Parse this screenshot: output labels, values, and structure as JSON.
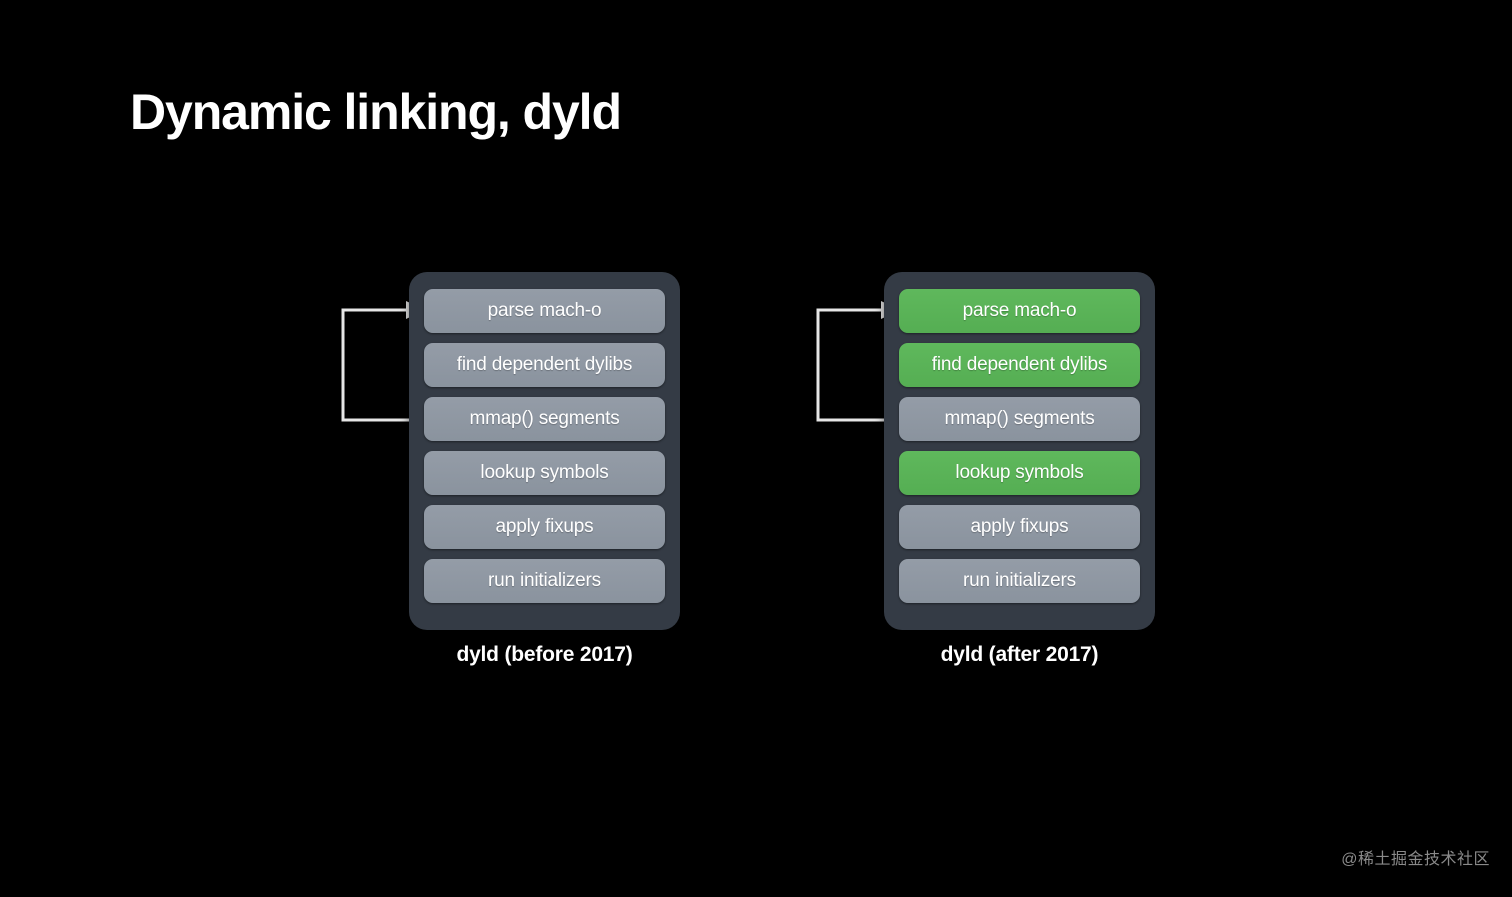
{
  "slide": {
    "title": "Dynamic linking, dyld",
    "background_color": "#000000"
  },
  "colors": {
    "panel_bg": "#343b45",
    "step_gray": "#8e97a2",
    "step_green": "#5cb85a",
    "text": "#ffffff",
    "arrow": "#e6e6e6",
    "watermark": "#8a8a8a"
  },
  "diagrams": [
    {
      "id": "dyld-before-2017",
      "caption": "dyld (before 2017)",
      "arrow": {
        "name": "loop-back-arrow",
        "from_step": "mmap() segments",
        "to_step": "parse mach-o"
      },
      "steps": [
        {
          "label": "parse mach-o",
          "state": "normal"
        },
        {
          "label": "find dependent dylibs",
          "state": "normal"
        },
        {
          "label": "mmap() segments",
          "state": "normal"
        },
        {
          "label": "lookup symbols",
          "state": "normal"
        },
        {
          "label": "apply fixups",
          "state": "normal"
        },
        {
          "label": "run initializers",
          "state": "normal"
        }
      ]
    },
    {
      "id": "dyld-after-2017",
      "caption": "dyld (after 2017)",
      "arrow": {
        "name": "loop-back-arrow",
        "from_step": "mmap() segments",
        "to_step": "parse mach-o"
      },
      "steps": [
        {
          "label": "parse mach-o",
          "state": "highlighted"
        },
        {
          "label": "find dependent dylibs",
          "state": "highlighted"
        },
        {
          "label": "mmap() segments",
          "state": "normal"
        },
        {
          "label": "lookup symbols",
          "state": "highlighted"
        },
        {
          "label": "apply fixups",
          "state": "normal"
        },
        {
          "label": "run initializers",
          "state": "normal"
        }
      ]
    }
  ],
  "watermark": {
    "text": "@稀土掘金技术社区"
  }
}
